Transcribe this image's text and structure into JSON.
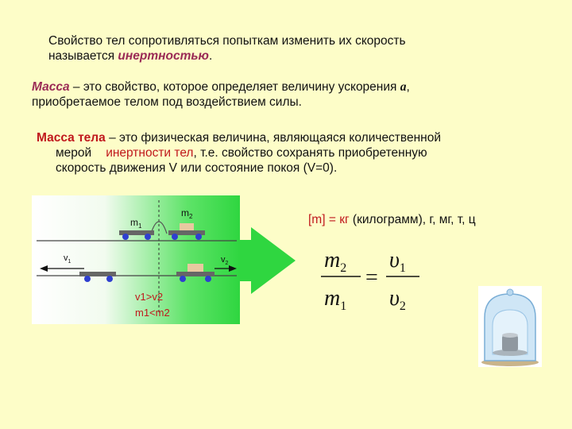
{
  "paragraph1": {
    "line1": "Свойство тел сопротивляться попыткам изменить их скорость",
    "line2_prefix": "называется ",
    "line2_accent": "инертностью",
    "line2_suffix": "."
  },
  "paragraph2": {
    "term": "Масса",
    "line1_rest": " – это свойство, которое определяет величину ускорения ",
    "accel_symbol": "a",
    "comma": ",",
    "line2": "приобретаемое телом под воздействием силы."
  },
  "paragraph3": {
    "term": "Масса тела",
    "line1_rest": " – это физическая величина, являющаяся количественной",
    "line2_a": "мерой",
    "line2_red": "инертности тел",
    "line2_b": ", т.е. свойство сохранять приобретенную",
    "line3": "скорость движения V или состояние покоя (V=0)."
  },
  "diagram": {
    "label_m1": "m",
    "label_m1_sub": "1",
    "label_m2": "m",
    "label_m2_sub": "2",
    "label_v1": "v",
    "label_v1_sub": "1",
    "label_v2": "v",
    "label_v2_sub": "2",
    "relation1": "v1>v2",
    "relation2": "m1<m2"
  },
  "units": {
    "bracket": "[m] = кг",
    "rest": "  (килограмм), г, мг, т, ц"
  },
  "formula": {
    "num_left": "m",
    "num_left_sub": "2",
    "den_left": "m",
    "den_left_sub": "1",
    "eq": "=",
    "num_right": "υ",
    "num_right_sub": "1",
    "den_right": "υ",
    "den_right_sub": "2"
  },
  "colors": {
    "background": "#fdfdc8",
    "accent": "#9a2a55",
    "red": "#c0181c",
    "green": "#2fd640"
  }
}
